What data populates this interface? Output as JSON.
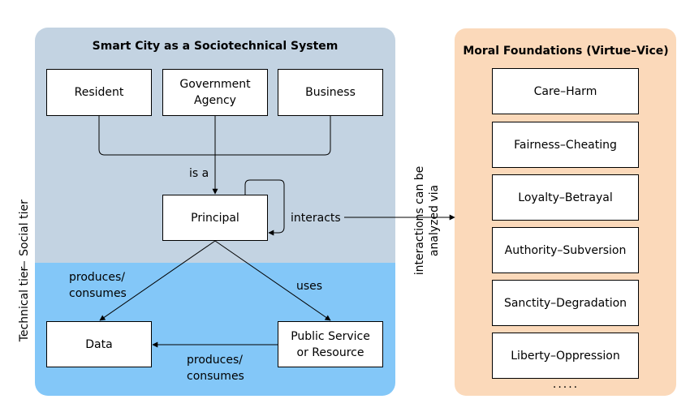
{
  "social_system": {
    "title": "Smart City as a Sociotechnical System",
    "social_tier_label": "Social tier",
    "technical_tier_label": "Technical tier",
    "nodes": {
      "resident": "Resident",
      "government_agency": "Government\nAgency",
      "business": "Business",
      "principal": "Principal",
      "data": "Data",
      "public_service": "Public Service\nor Resource"
    },
    "edges": {
      "is_a": "is a",
      "interacts": "interacts",
      "produces_consumes_left": "produces/\nconsumes",
      "uses": "uses",
      "produces_consumes_bottom": "produces/\nconsumes"
    }
  },
  "link_label": "interactions can be\nanalyzed via",
  "moral_foundations": {
    "title": "Moral Foundations (Virtue–Vice)",
    "items": [
      "Care–Harm",
      "Fairness–Cheating",
      "Loyalty–Betrayal",
      "Authority–Subversion",
      "Sanctity–Degradation",
      "Liberty–Oppression"
    ],
    "more": "....."
  },
  "colors": {
    "social_tier": "#c3d3e2",
    "technical_tier": "#83c7f8",
    "moral_panel": "#fbd9ba"
  }
}
